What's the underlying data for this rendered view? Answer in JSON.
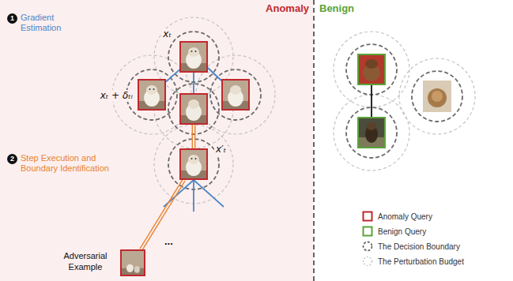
{
  "diagram": {
    "nodes": [
      {
        "text": [
          "xₜ"
        ]
      },
      {
        "text": [
          "xₜ + δₜᵢ"
        ]
      },
      {
        "text": [
          "x′ₜ"
        ]
      },
      {
        "text": [
          "Adversarial Example"
        ]
      }
    ],
    "edges": [
      {
        "from": 0,
        "to": 1,
        "arrow": "none"
      },
      {
        "from": 2,
        "to": 3,
        "arrow": "none"
      }
    ],
    "labels": [
      "Anomaly",
      "Benign",
      "1",
      "Gradient Estimation",
      "2",
      "Step Execution and Boundary Identification",
      "..."
    ],
    "legend": [
      {
        "text": "Anomaly Query"
      },
      {
        "text": "Benign Query"
      },
      {
        "text": "The Decision Boundary"
      },
      {
        "text": "The Perturbation Budget"
      }
    ]
  }
}
